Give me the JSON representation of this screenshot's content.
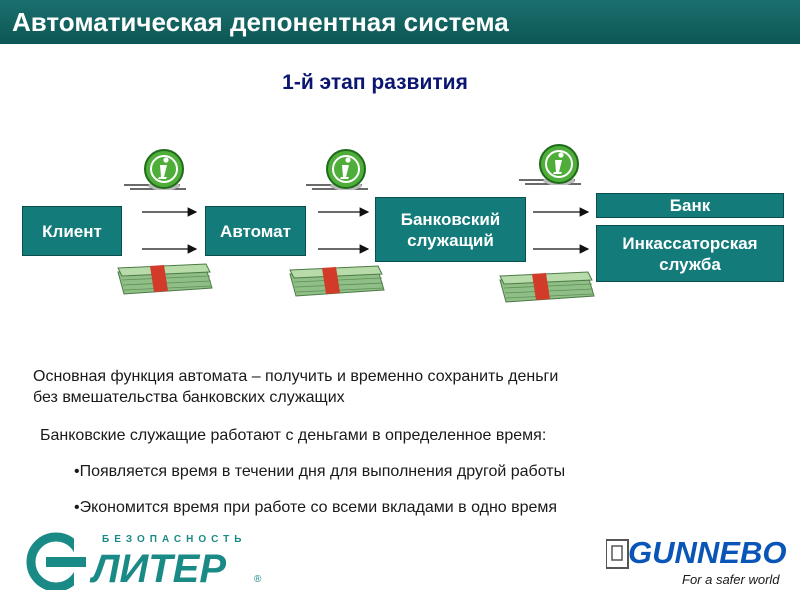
{
  "header": {
    "title": "Автоматическая депонентная система"
  },
  "stage": {
    "title": "1-й этап развития"
  },
  "diagram": {
    "nodes": {
      "client": "Клиент",
      "machine": "Автомат",
      "clerk_line1": "Банковский",
      "clerk_line2": "служащий",
      "bank": "Банк",
      "cash_line1": "Инкассаторская",
      "cash_line2": "служба"
    },
    "icons": [
      "info-icon",
      "info-icon",
      "info-icon",
      "money-stack-icon",
      "money-stack-icon",
      "money-stack-icon"
    ],
    "colors": {
      "box": "#137c7a",
      "info_green": "#3fa431",
      "header": "#15635f",
      "title_blue": "#0a1670"
    }
  },
  "body": {
    "line1": "Основная функция автомата – получить и временно сохранить деньги",
    "line2": "без вмешательства банковских служащих",
    "line3": "Банковские служащие работают с деньгами в определенное время:",
    "bullet1": "•Появляется время в течении дня для выполнения другой работы",
    "bullet2": "•Экономится время при работе со всеми вкладами в одно время"
  },
  "footer": {
    "left_logo_top": "БЕЗОПАСНОСТЬ",
    "left_logo_main": "ЛИТЕР",
    "right_logo": "GUNNEBO",
    "right_slogan": "For a safer world",
    "registered": "®"
  }
}
